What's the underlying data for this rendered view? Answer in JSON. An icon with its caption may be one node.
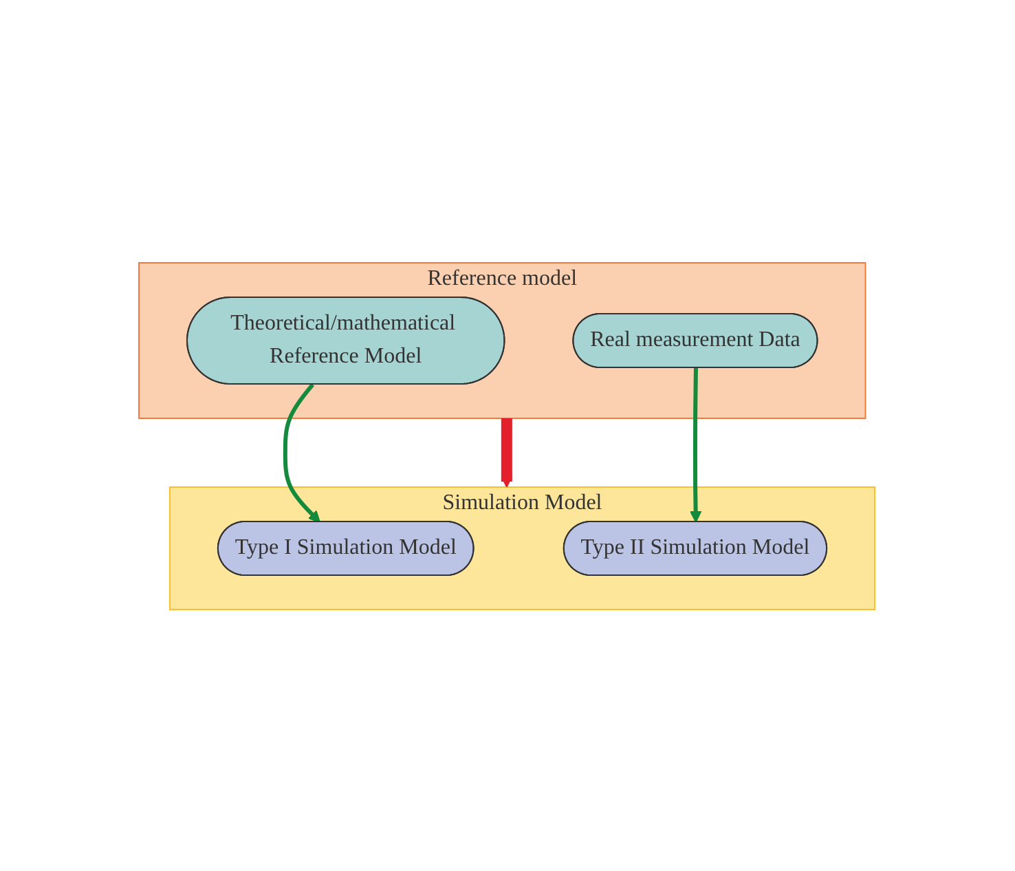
{
  "diagram": {
    "nodes": [
      {
        "text": [
          "Reference model"
        ]
      },
      {
        "text": [
          "Theoretical/mathematical Reference Model"
        ],
        "in": 0
      },
      {
        "text": [
          "Real measurement Data"
        ],
        "in": 0
      },
      {
        "text": [
          "Simulation Model"
        ]
      },
      {
        "text": [
          "Type I Simulation Model"
        ],
        "in": 3
      },
      {
        "text": [
          "Type II Simulation Model"
        ],
        "in": 3
      }
    ],
    "edges": [
      {
        "from": 1,
        "to": 4,
        "arrow": "to"
      },
      {
        "from": 2,
        "to": 5,
        "arrow": "to"
      },
      {
        "from": 0,
        "to": 3,
        "arrow": "to",
        "style": "thick",
        "color": "#e21f2b"
      }
    ]
  }
}
